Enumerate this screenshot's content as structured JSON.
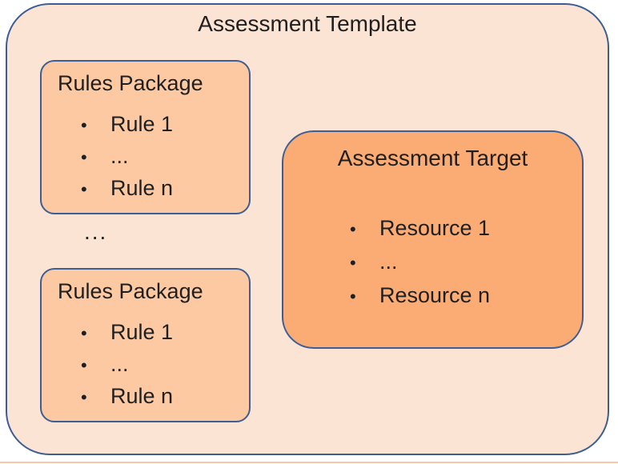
{
  "diagram": {
    "title": "Assessment Template",
    "rules_packages": [
      {
        "title": "Rules Package",
        "items": [
          "Rule 1",
          "...",
          "Rule n"
        ]
      },
      {
        "title": "Rules Package",
        "items": [
          "Rule 1",
          "...",
          "Rule n"
        ]
      }
    ],
    "between_packages_ellipsis": "...",
    "assessment_target": {
      "title": "Assessment Target",
      "items": [
        "Resource 1",
        "...",
        "Resource n"
      ]
    }
  },
  "glyphs": {
    "bullet": "•"
  },
  "colors": {
    "outer_fill": "#fce4d4",
    "package_fill": "#fcc9a3",
    "target_fill": "#fbab74",
    "border": "#3c5e94",
    "text": "#1f1f1f",
    "bottom_rule": "#f6caa4",
    "background": "#ffffff"
  }
}
